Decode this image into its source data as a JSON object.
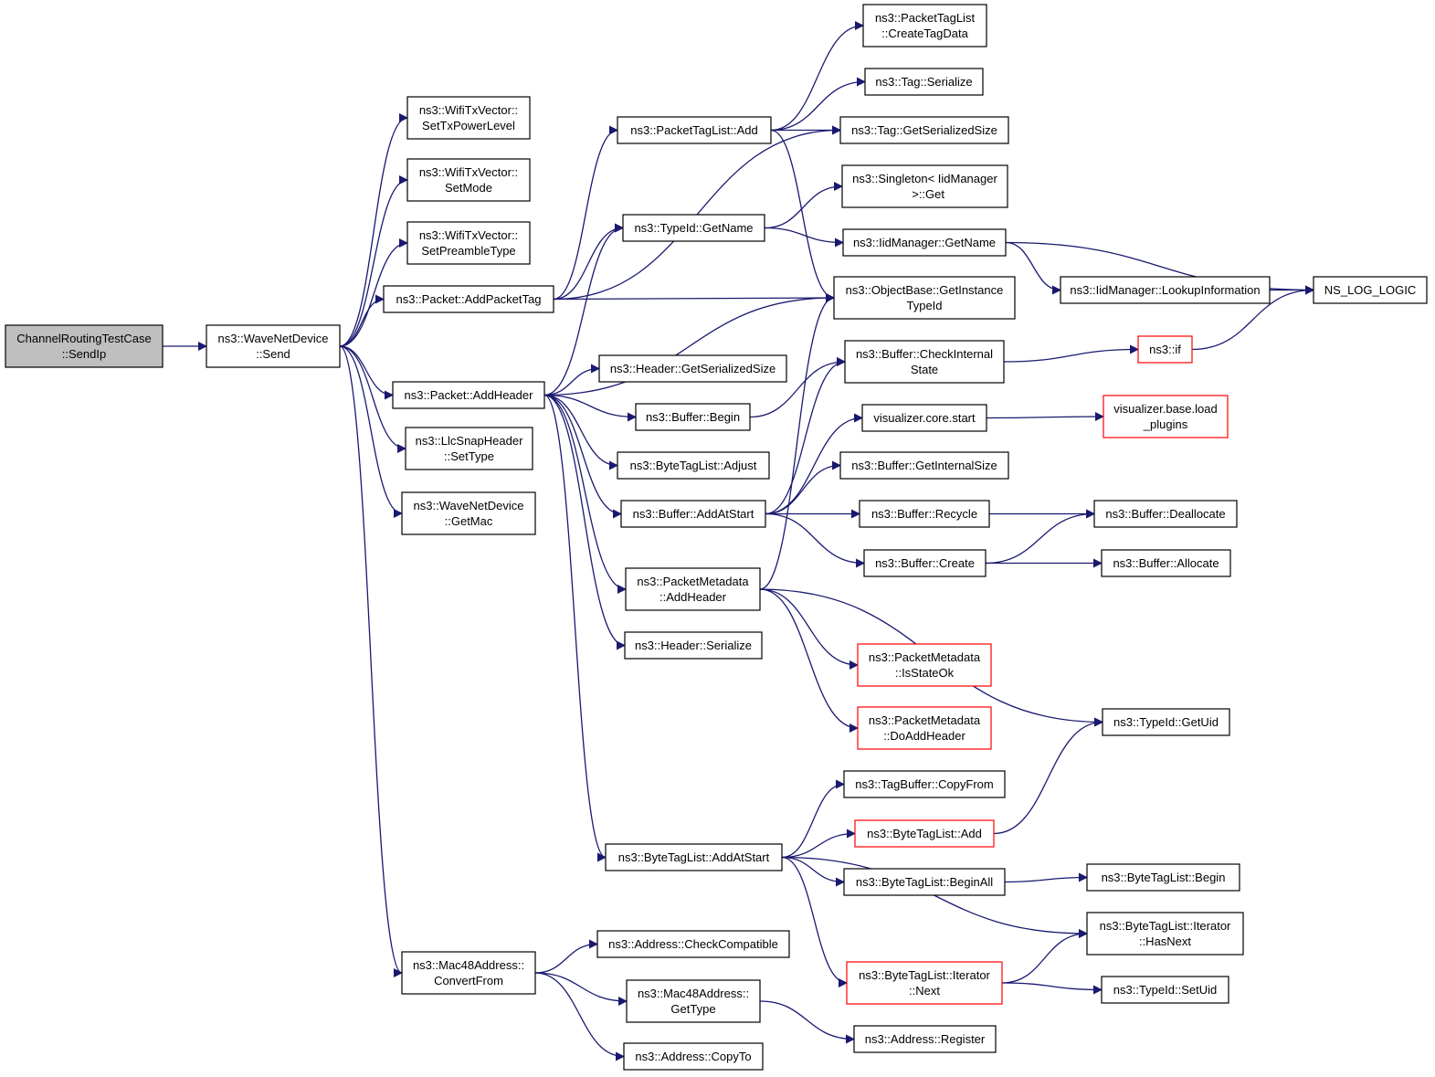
{
  "nodes": [
    {
      "id": "n_root",
      "lines": [
        "ChannelRoutingTestCase",
        "::SendIp"
      ],
      "style": "root"
    },
    {
      "id": "n_send",
      "lines": [
        "ns3::WaveNetDevice",
        "::Send"
      ],
      "style": "normal"
    },
    {
      "id": "n_txpower",
      "lines": [
        "ns3::WifiTxVector::",
        "SetTxPowerLevel"
      ],
      "style": "normal"
    },
    {
      "id": "n_setmode",
      "lines": [
        "ns3::WifiTxVector::",
        "SetMode"
      ],
      "style": "normal"
    },
    {
      "id": "n_preamble",
      "lines": [
        "ns3::WifiTxVector::",
        "SetPreambleType"
      ],
      "style": "normal"
    },
    {
      "id": "n_addpackettag",
      "lines": [
        "ns3::Packet::AddPacketTag"
      ],
      "style": "normal"
    },
    {
      "id": "n_addheader",
      "lines": [
        "ns3::Packet::AddHeader"
      ],
      "style": "normal"
    },
    {
      "id": "n_llcsettype",
      "lines": [
        "ns3::LlcSnapHeader",
        "::SetType"
      ],
      "style": "normal"
    },
    {
      "id": "n_getmac",
      "lines": [
        "ns3::WaveNetDevice",
        "::GetMac"
      ],
      "style": "normal"
    },
    {
      "id": "n_convertfrom",
      "lines": [
        "ns3::Mac48Address::",
        "ConvertFrom"
      ],
      "style": "normal"
    },
    {
      "id": "n_ptl_add",
      "lines": [
        "ns3::PacketTagList::Add"
      ],
      "style": "normal"
    },
    {
      "id": "n_typeid_getname",
      "lines": [
        "ns3::TypeId::GetName"
      ],
      "style": "normal"
    },
    {
      "id": "n_hdr_getsersize",
      "lines": [
        "ns3::Header::GetSerializedSize"
      ],
      "style": "normal"
    },
    {
      "id": "n_buf_begin",
      "lines": [
        "ns3::Buffer::Begin"
      ],
      "style": "normal"
    },
    {
      "id": "n_btl_adjust",
      "lines": [
        "ns3::ByteTagList::Adjust"
      ],
      "style": "normal"
    },
    {
      "id": "n_buf_addatstart",
      "lines": [
        "ns3::Buffer::AddAtStart"
      ],
      "style": "normal"
    },
    {
      "id": "n_pm_addheader",
      "lines": [
        "ns3::PacketMetadata",
        "::AddHeader"
      ],
      "style": "normal"
    },
    {
      "id": "n_hdr_serialize",
      "lines": [
        "ns3::Header::Serialize"
      ],
      "style": "normal"
    },
    {
      "id": "n_btl_addatstart",
      "lines": [
        "ns3::ByteTagList::AddAtStart"
      ],
      "style": "normal"
    },
    {
      "id": "n_addr_checkcompat",
      "lines": [
        "ns3::Address::CheckCompatible"
      ],
      "style": "normal"
    },
    {
      "id": "n_mac48_gettype",
      "lines": [
        "ns3::Mac48Address::",
        "GetType"
      ],
      "style": "normal"
    },
    {
      "id": "n_addr_copyto",
      "lines": [
        "ns3::Address::CopyTo"
      ],
      "style": "normal"
    },
    {
      "id": "n_ptl_createtagdata",
      "lines": [
        "ns3::PacketTagList",
        "::CreateTagData"
      ],
      "style": "normal"
    },
    {
      "id": "n_tag_serialize",
      "lines": [
        "ns3::Tag::Serialize"
      ],
      "style": "normal"
    },
    {
      "id": "n_tag_getsersize",
      "lines": [
        "ns3::Tag::GetSerializedSize"
      ],
      "style": "normal"
    },
    {
      "id": "n_singleton_get",
      "lines": [
        "ns3::Singleton< IidManager",
        "  >::Get"
      ],
      "style": "normal"
    },
    {
      "id": "n_iid_getname",
      "lines": [
        "ns3::IidManager::GetName"
      ],
      "style": "normal"
    },
    {
      "id": "n_objbase_getinst",
      "lines": [
        "ns3::ObjectBase::GetInstance",
        "TypeId"
      ],
      "style": "normal"
    },
    {
      "id": "n_buf_checkinternal",
      "lines": [
        "ns3::Buffer::CheckInternal",
        "State"
      ],
      "style": "normal"
    },
    {
      "id": "n_viz_core_start",
      "lines": [
        "visualizer.core.start"
      ],
      "style": "normal"
    },
    {
      "id": "n_buf_getinternalsize",
      "lines": [
        "ns3::Buffer::GetInternalSize"
      ],
      "style": "normal"
    },
    {
      "id": "n_buf_recycle",
      "lines": [
        "ns3::Buffer::Recycle"
      ],
      "style": "normal"
    },
    {
      "id": "n_buf_create",
      "lines": [
        "ns3::Buffer::Create"
      ],
      "style": "normal"
    },
    {
      "id": "n_pm_isstateok",
      "lines": [
        "ns3::PacketMetadata",
        "::IsStateOk"
      ],
      "style": "red"
    },
    {
      "id": "n_pm_doaddheader",
      "lines": [
        "ns3::PacketMetadata",
        "::DoAddHeader"
      ],
      "style": "red"
    },
    {
      "id": "n_tagbuf_copyfrom",
      "lines": [
        "ns3::TagBuffer::CopyFrom"
      ],
      "style": "normal"
    },
    {
      "id": "n_btl_add",
      "lines": [
        "ns3::ByteTagList::Add"
      ],
      "style": "red"
    },
    {
      "id": "n_btl_beginall",
      "lines": [
        "ns3::ByteTagList::BeginAll"
      ],
      "style": "normal"
    },
    {
      "id": "n_btl_iter_next",
      "lines": [
        "ns3::ByteTagList::Iterator",
        "::Next"
      ],
      "style": "red"
    },
    {
      "id": "n_addr_register",
      "lines": [
        "ns3::Address::Register"
      ],
      "style": "normal"
    },
    {
      "id": "n_iid_lookup",
      "lines": [
        "ns3::IidManager::LookupInformation"
      ],
      "style": "normal"
    },
    {
      "id": "n_ns3_if",
      "lines": [
        "ns3::if"
      ],
      "style": "red"
    },
    {
      "id": "n_viz_loadplugins",
      "lines": [
        "visualizer.base.load",
        "_plugins"
      ],
      "style": "red"
    },
    {
      "id": "n_buf_deallocate",
      "lines": [
        "ns3::Buffer::Deallocate"
      ],
      "style": "normal"
    },
    {
      "id": "n_buf_allocate",
      "lines": [
        "ns3::Buffer::Allocate"
      ],
      "style": "normal"
    },
    {
      "id": "n_typeid_getuid",
      "lines": [
        "ns3::TypeId::GetUid"
      ],
      "style": "normal"
    },
    {
      "id": "n_btl_begin",
      "lines": [
        "ns3::ByteTagList::Begin"
      ],
      "style": "normal"
    },
    {
      "id": "n_btl_iter_hasnext",
      "lines": [
        "ns3::ByteTagList::Iterator",
        "::HasNext"
      ],
      "style": "normal"
    },
    {
      "id": "n_typeid_setuid",
      "lines": [
        "ns3::TypeId::SetUid"
      ],
      "style": "normal"
    },
    {
      "id": "n_ns_log_logic",
      "lines": [
        "NS_LOG_LOGIC"
      ],
      "style": "normal"
    }
  ],
  "edges": [
    [
      "n_root",
      "n_send"
    ],
    [
      "n_send",
      "n_txpower"
    ],
    [
      "n_send",
      "n_setmode"
    ],
    [
      "n_send",
      "n_preamble"
    ],
    [
      "n_send",
      "n_addpackettag"
    ],
    [
      "n_send",
      "n_addheader"
    ],
    [
      "n_send",
      "n_llcsettype"
    ],
    [
      "n_send",
      "n_getmac"
    ],
    [
      "n_send",
      "n_convertfrom"
    ],
    [
      "n_addpackettag",
      "n_ptl_add"
    ],
    [
      "n_addpackettag",
      "n_tag_getsersize"
    ],
    [
      "n_addpackettag",
      "n_typeid_getname"
    ],
    [
      "n_addpackettag",
      "n_objbase_getinst"
    ],
    [
      "n_addheader",
      "n_typeid_getname"
    ],
    [
      "n_addheader",
      "n_objbase_getinst"
    ],
    [
      "n_addheader",
      "n_hdr_getsersize"
    ],
    [
      "n_addheader",
      "n_buf_begin"
    ],
    [
      "n_addheader",
      "n_btl_adjust"
    ],
    [
      "n_addheader",
      "n_buf_addatstart"
    ],
    [
      "n_addheader",
      "n_pm_addheader"
    ],
    [
      "n_addheader",
      "n_hdr_serialize"
    ],
    [
      "n_addheader",
      "n_btl_addatstart"
    ],
    [
      "n_ptl_add",
      "n_ptl_createtagdata"
    ],
    [
      "n_ptl_add",
      "n_tag_serialize"
    ],
    [
      "n_ptl_add",
      "n_tag_getsersize"
    ],
    [
      "n_ptl_add",
      "n_objbase_getinst"
    ],
    [
      "n_typeid_getname",
      "n_singleton_get"
    ],
    [
      "n_typeid_getname",
      "n_iid_getname"
    ],
    [
      "n_iid_getname",
      "n_iid_lookup"
    ],
    [
      "n_iid_getname",
      "n_ns_log_logic"
    ],
    [
      "n_iid_lookup",
      "n_ns_log_logic"
    ],
    [
      "n_buf_begin",
      "n_buf_checkinternal"
    ],
    [
      "n_buf_addatstart",
      "n_buf_checkinternal"
    ],
    [
      "n_buf_addatstart",
      "n_viz_core_start"
    ],
    [
      "n_buf_addatstart",
      "n_buf_getinternalsize"
    ],
    [
      "n_buf_addatstart",
      "n_buf_recycle"
    ],
    [
      "n_buf_addatstart",
      "n_buf_create"
    ],
    [
      "n_buf_checkinternal",
      "n_ns3_if"
    ],
    [
      "n_ns3_if",
      "n_ns_log_logic"
    ],
    [
      "n_viz_core_start",
      "n_viz_loadplugins"
    ],
    [
      "n_buf_recycle",
      "n_buf_deallocate"
    ],
    [
      "n_buf_create",
      "n_buf_deallocate"
    ],
    [
      "n_buf_create",
      "n_buf_allocate"
    ],
    [
      "n_pm_addheader",
      "n_objbase_getinst"
    ],
    [
      "n_pm_addheader",
      "n_pm_isstateok"
    ],
    [
      "n_pm_addheader",
      "n_pm_doaddheader"
    ],
    [
      "n_pm_addheader",
      "n_typeid_getuid"
    ],
    [
      "n_btl_addatstart",
      "n_tagbuf_copyfrom"
    ],
    [
      "n_btl_addatstart",
      "n_btl_add"
    ],
    [
      "n_btl_addatstart",
      "n_btl_beginall"
    ],
    [
      "n_btl_addatstart",
      "n_btl_iter_hasnext"
    ],
    [
      "n_btl_addatstart",
      "n_btl_iter_next"
    ],
    [
      "n_btl_add",
      "n_typeid_getuid"
    ],
    [
      "n_btl_beginall",
      "n_btl_begin"
    ],
    [
      "n_btl_iter_next",
      "n_btl_iter_hasnext"
    ],
    [
      "n_btl_iter_next",
      "n_typeid_setuid"
    ],
    [
      "n_convertfrom",
      "n_addr_checkcompat"
    ],
    [
      "n_convertfrom",
      "n_mac48_gettype"
    ],
    [
      "n_convertfrom",
      "n_addr_copyto"
    ],
    [
      "n_mac48_gettype",
      "n_addr_register"
    ]
  ]
}
